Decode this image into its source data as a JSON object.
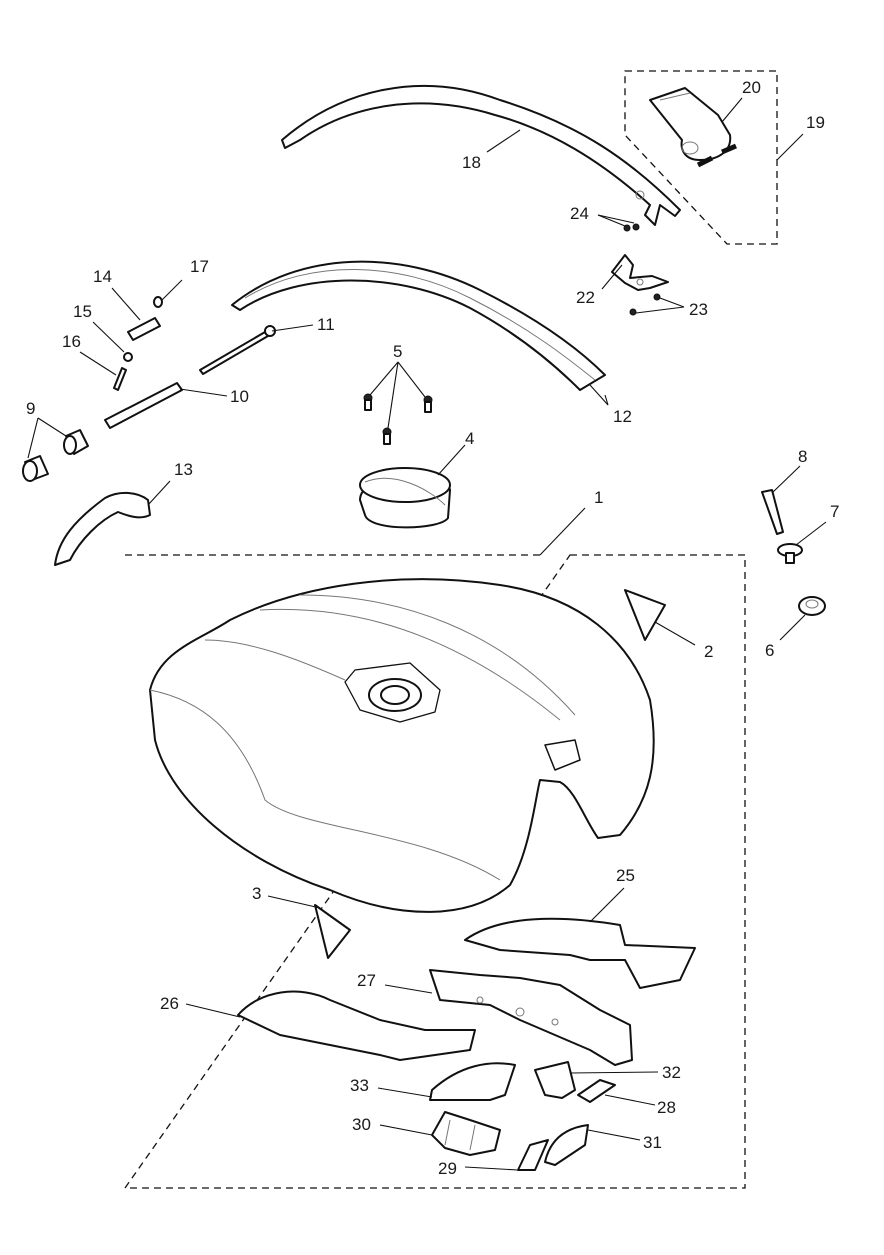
{
  "labels": {
    "l1": "1",
    "l2": "2",
    "l3": "3",
    "l4": "4",
    "l5": "5",
    "l6": "6",
    "l7": "7",
    "l8": "8",
    "l9": "9",
    "l10": "10",
    "l11": "11",
    "l12": "12",
    "l13": "13",
    "l14": "14",
    "l15": "15",
    "l16": "16",
    "l17": "17",
    "l18": "18",
    "l19": "19",
    "l20": "20",
    "l22": "22",
    "l23": "23",
    "l24": "24",
    "l25": "25",
    "l26": "26",
    "l27": "27",
    "l28": "28",
    "l29": "29",
    "l30": "30",
    "l31": "31",
    "l32": "32",
    "l33": "33"
  }
}
